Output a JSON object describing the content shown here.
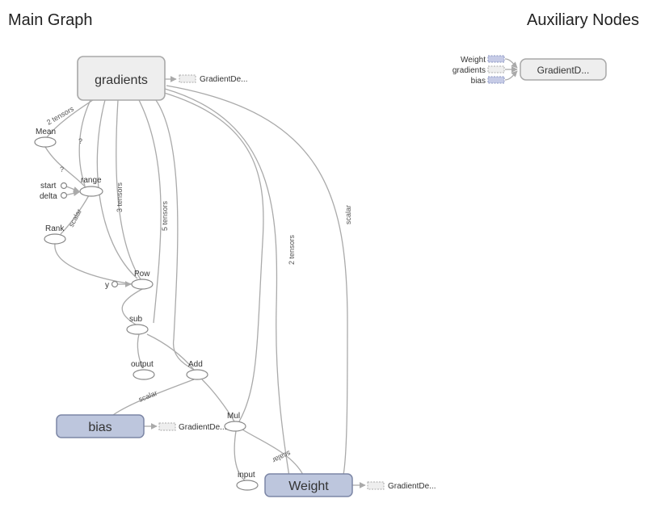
{
  "titles": {
    "main": "Main Graph",
    "aux": "Auxiliary Nodes"
  },
  "nodes": {
    "gradients": "gradients",
    "bias": "bias",
    "weight": "Weight",
    "mean": "Mean",
    "range": "range",
    "start": "start",
    "delta": "delta",
    "rank": "Rank",
    "pow": "Pow",
    "y": "y",
    "sub": "sub",
    "output": "output",
    "add": "Add",
    "mul": "Mul",
    "input": "input"
  },
  "gradient_refs": {
    "gradients": "GradientDe...",
    "bias": "GradientDe...",
    "weight": "GradientDe..."
  },
  "edge_labels": {
    "two_tensors_a": "2 tensors",
    "q1": "?",
    "q2": "?",
    "scalar_range": "scalar",
    "three_tensors": "3 tensors",
    "five_tensors": "5 tensors",
    "two_tensors_b": "2 tensors",
    "scalar_right": "scalar",
    "scalar_bias": "scalar",
    "scalar_mul": "scalar"
  },
  "aux": {
    "node": "GradientD...",
    "inputs": [
      "Weight",
      "gradients",
      "bias"
    ]
  },
  "colors": {
    "scope_fill": "#eeeeee",
    "scope_stroke": "#a8a8a8",
    "var_fill": "#bdc6dd",
    "var_stroke": "#7c86a5",
    "edge": "#aaaaaa",
    "ref_fill": "#eeeeee",
    "aux_ref_fill": "#c6cbe6"
  }
}
